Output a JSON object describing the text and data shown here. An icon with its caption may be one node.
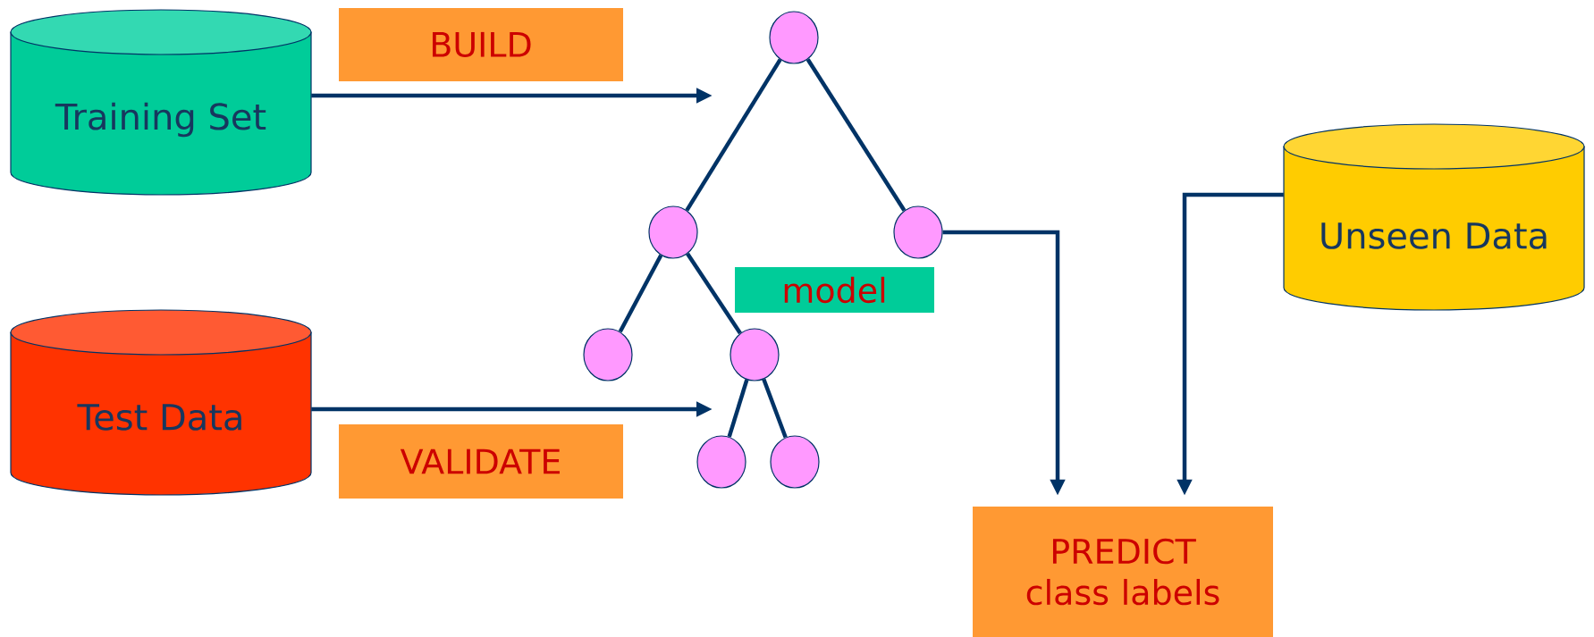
{
  "diagram": {
    "nodes": [
      {
        "text": [
          "Training Set"
        ]
      },
      {
        "text": [
          "BUILD"
        ]
      },
      {
        "text": [
          "Test Data"
        ]
      },
      {
        "text": [
          "VALIDATE"
        ]
      },
      {
        "text": [
          "Unseen Data"
        ]
      },
      {
        "text": [
          "model"
        ]
      },
      {
        "text": [
          "PREDICT class labels"
        ]
      },
      {
        "text": [],
        "shape": "circle"
      },
      {
        "text": [],
        "shape": "circle"
      },
      {
        "text": [],
        "shape": "circle"
      },
      {
        "text": [],
        "shape": "circle"
      },
      {
        "text": [],
        "shape": "circle"
      },
      {
        "text": [],
        "shape": "circle"
      },
      {
        "text": [],
        "shape": "circle"
      }
    ],
    "edges": [
      {
        "from": 0,
        "to": null,
        "arrow": "to"
      },
      {
        "from": 2,
        "to": null,
        "arrow": "to"
      },
      {
        "from": 7,
        "to": 8,
        "arrow": "none"
      },
      {
        "from": 7,
        "to": 9,
        "arrow": "none"
      },
      {
        "from": 8,
        "to": 10,
        "arrow": "none"
      },
      {
        "from": 8,
        "to": 11,
        "arrow": "none"
      },
      {
        "from": 11,
        "to": 12,
        "arrow": "none"
      },
      {
        "from": 11,
        "to": 13,
        "arrow": "none"
      },
      {
        "from": 9,
        "to": 6,
        "arrow": "to"
      },
      {
        "from": 4,
        "to": 6,
        "arrow": "to"
      }
    ]
  }
}
